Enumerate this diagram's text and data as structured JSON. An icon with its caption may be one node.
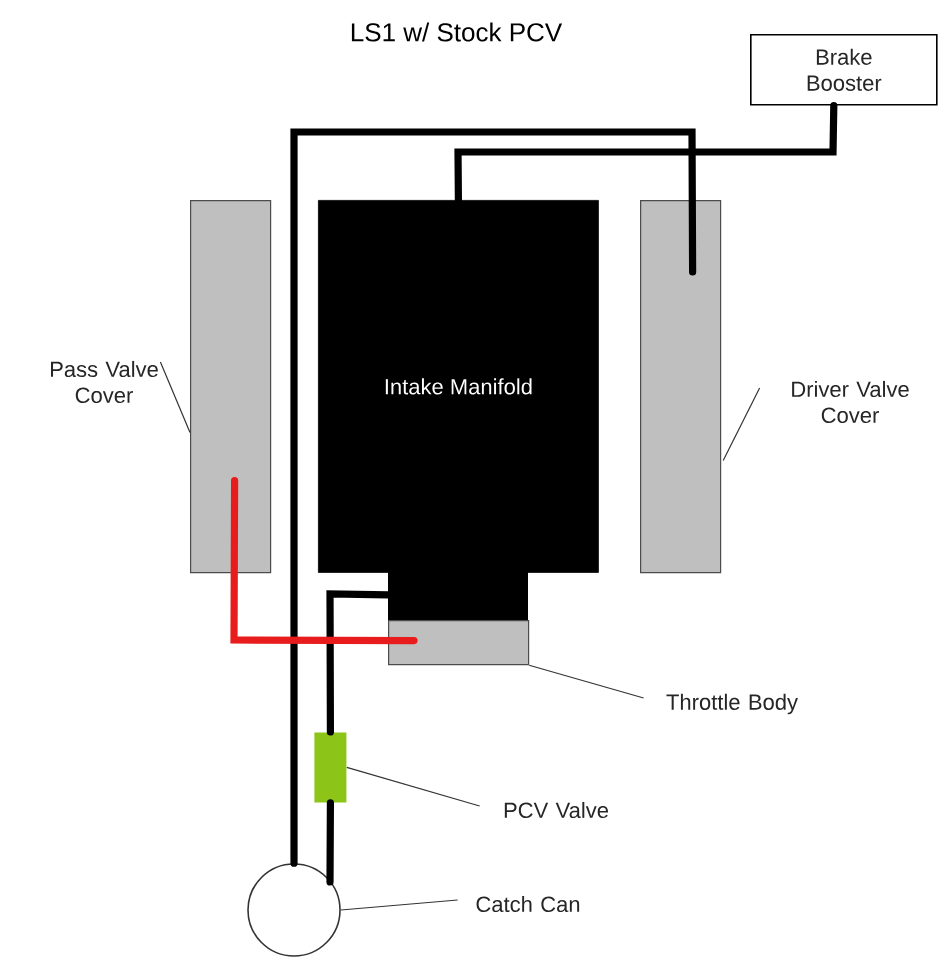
{
  "diagram": {
    "title": "LS1 w/ Stock PCV",
    "nodes": [
      {
        "text": [
          "Brake Booster"
        ]
      },
      {
        "text": [
          "Pass Valve Cover"
        ]
      },
      {
        "text": [],
        "shape": "box"
      },
      {
        "text": [
          "Intake Manifold"
        ]
      },
      {
        "text": [
          "Driver Valve Cover"
        ]
      },
      {
        "text": [],
        "shape": "box"
      },
      {
        "text": [],
        "shape": "box"
      },
      {
        "text": [
          "Throttle Body"
        ]
      },
      {
        "text": [],
        "shape": "box"
      },
      {
        "text": [
          "PCV Valve"
        ]
      },
      {
        "text": [],
        "shape": "circle"
      },
      {
        "text": [
          "Catch Can"
        ]
      }
    ],
    "edges": [
      {
        "from": 10,
        "to": 5,
        "arrow": "none",
        "style": "thick"
      },
      {
        "from": 0,
        "to": 3,
        "arrow": "none",
        "style": "thick"
      },
      {
        "from": 10,
        "to": 8,
        "arrow": "none",
        "style": "thick"
      },
      {
        "from": 8,
        "to": 3,
        "arrow": "none",
        "style": "thick"
      },
      {
        "from": 2,
        "to": 6,
        "arrow": "none",
        "style": "thick",
        "color": "#e81c1c"
      },
      {
        "from": 1,
        "to": 2,
        "arrow": "none"
      },
      {
        "from": 4,
        "to": 5,
        "arrow": "none"
      },
      {
        "from": 7,
        "to": 6,
        "arrow": "none"
      },
      {
        "from": 9,
        "to": 8,
        "arrow": "none"
      },
      {
        "from": 11,
        "to": 10,
        "arrow": "none"
      }
    ]
  }
}
